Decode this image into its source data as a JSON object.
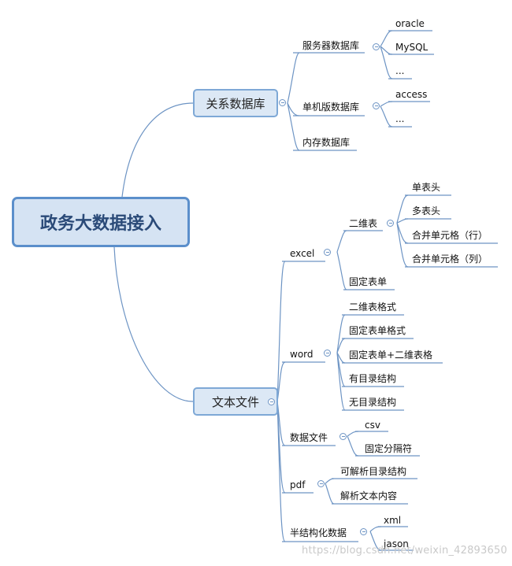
{
  "root": {
    "label": "政务大数据接入"
  },
  "branches": {
    "relational": {
      "label": "关系数据库",
      "server_db": {
        "label": "服务器数据库",
        "items": [
          "oracle",
          "MySQL",
          "..."
        ]
      },
      "standalone_db": {
        "label": "单机版数据库",
        "items": [
          "access",
          "..."
        ]
      },
      "memory_db": {
        "label": "内存数据库"
      }
    },
    "text_file": {
      "label": "文本文件",
      "excel": {
        "label": "excel",
        "two_d": {
          "label": "二维表",
          "items": [
            "单表头",
            "多表头",
            "合并单元格（行）",
            "合并单元格（列）"
          ]
        },
        "fixed_form": {
          "label": "固定表单"
        }
      },
      "word": {
        "label": "word",
        "items": [
          "二维表格式",
          "固定表单格式",
          "固定表单+二维表格",
          "有目录结构",
          "无目录结构"
        ]
      },
      "data_file": {
        "label": "数据文件",
        "items": [
          "csv",
          "固定分隔符"
        ]
      },
      "pdf": {
        "label": "pdf",
        "items": [
          "可解析目录结构",
          "解析文本内容"
        ]
      },
      "semi": {
        "label": "半结构化数据",
        "items": [
          "xml",
          "jason"
        ]
      }
    }
  },
  "watermark": "https://blog.csdn.net/weixin_42893650",
  "colors": {
    "line": "#6d94c4",
    "root_fill": "#d5e3f3",
    "root_border": "#5b8fcb",
    "node_fill": "#dce8f5"
  }
}
